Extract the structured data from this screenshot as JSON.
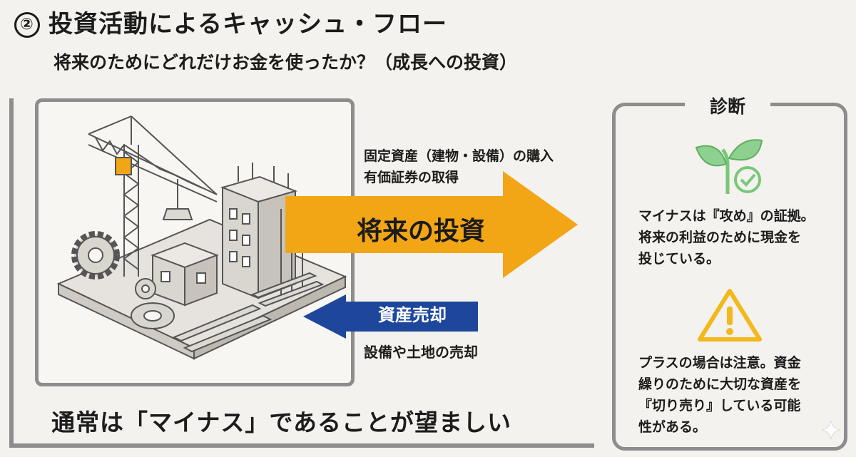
{
  "title": {
    "number": "②",
    "text": "投資活動によるキャッシュ・フロー"
  },
  "subtitle": "将来のためにどれだけお金を使ったか？（成長への投資）",
  "investment_arrow": {
    "label": "将来の投資",
    "color": "#f2a615",
    "items": [
      "固定資産（建物・設備）の購入",
      "有価証券の取得"
    ]
  },
  "sale_arrow": {
    "label": "資産売却",
    "color": "#1e479c",
    "description": "設備や土地の売却"
  },
  "conclusion": "通常は「マイナス」であることが望ましい",
  "diagnosis": {
    "title": "診断",
    "minus_lines": [
      "マイナスは『攻め』の証拠。",
      "将来の利益のために現金を",
      "投じている。"
    ],
    "plus_lines": [
      "プラスの場合は注意。資金",
      "繰りのために大切な資産を",
      "『切り売り』している可能",
      "性がある。"
    ]
  },
  "icons": {
    "illustration": "construction-site-illustration",
    "plant": "sprout-check-icon",
    "warning": "warning-triangle-icon",
    "spark": "sparkle-icon"
  },
  "colors": {
    "plant": "#79c77a",
    "warning": "#f2b81c",
    "frame": "#8d8d8d"
  }
}
